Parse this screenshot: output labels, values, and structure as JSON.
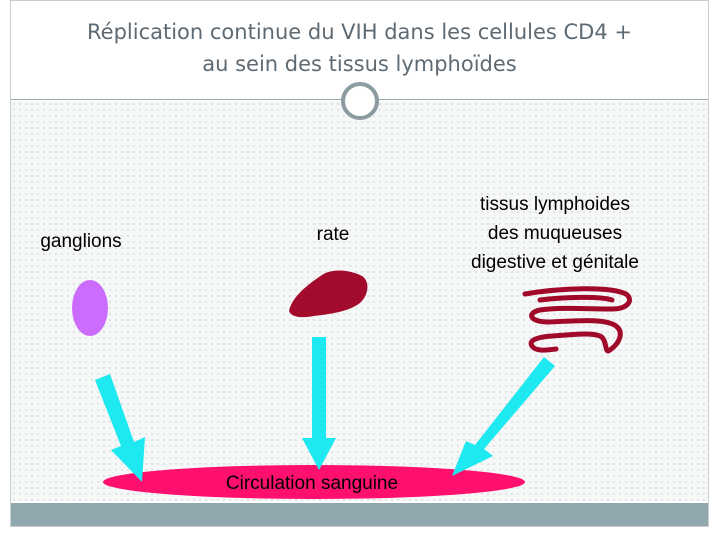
{
  "slide": {
    "title": "Réplication continue du VIH dans les cellules CD4 +\nau sein des tissus lymphoïdes"
  },
  "labels": {
    "ganglions": "ganglions",
    "rate": "rate",
    "mucosal_tissue": "tissus lymphoides\ndes muqueuses\ndigestive et génitale",
    "circulation": "Circulation sanguine"
  },
  "colors": {
    "ganglion": "#cc6cff",
    "spleen": "#a30b2c",
    "mucosa": "#a0092a",
    "circulation": "#ff0f6e",
    "arrow": "#1ee8f0",
    "title_text": "#5e6a73",
    "footer_bar": "#8fa7ad"
  }
}
